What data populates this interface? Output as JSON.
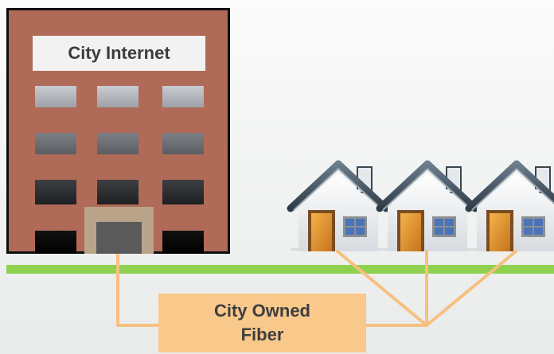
{
  "building": {
    "sign": "City Internet"
  },
  "fiber": {
    "label_line1": "City Owned",
    "label_line2": "Fiber"
  },
  "houses": {
    "count": 3
  },
  "colors": {
    "building": "#b06a58",
    "ground": "#8fd14f",
    "fiber": "#f6c07f",
    "fiber_box": "#f9c88b",
    "house_door": "#e3922a",
    "house_window": "#4a73b8"
  }
}
